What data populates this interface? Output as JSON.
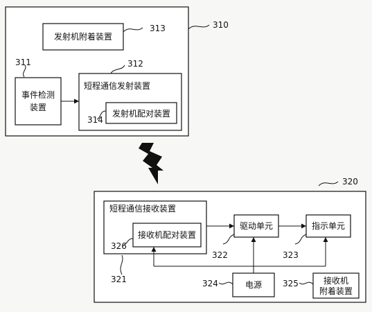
{
  "upper_device": {
    "ref": "310",
    "attachment": {
      "label": "发射机附着装置",
      "ref": "313"
    },
    "event_detection": {
      "label_line1": "事件检测",
      "label_line2": "装置",
      "ref": "311"
    },
    "short_range_transmitter": {
      "label": "短程通信发射装置",
      "ref": "312"
    },
    "transmitter_pairing": {
      "label": "发射机配对装置",
      "ref": "314"
    }
  },
  "lower_device": {
    "ref": "320",
    "short_range_receiver": {
      "label": "短程通信接收装置",
      "ref": "321"
    },
    "receiver_pairing": {
      "label": "接收机配对装置",
      "ref": "326"
    },
    "drive_unit": {
      "label": "驱动单元",
      "ref": "322"
    },
    "indicator_unit": {
      "label": "指示单元",
      "ref": "323"
    },
    "power_supply": {
      "label": "电源",
      "ref": "324"
    },
    "receiver_attachment": {
      "label_line1": "接收机",
      "label_line2": "附着装置",
      "ref": "325"
    }
  },
  "colors": {
    "line": "#111111",
    "box_fill": "#ffffff",
    "page_bg": "#f7f7f5"
  }
}
